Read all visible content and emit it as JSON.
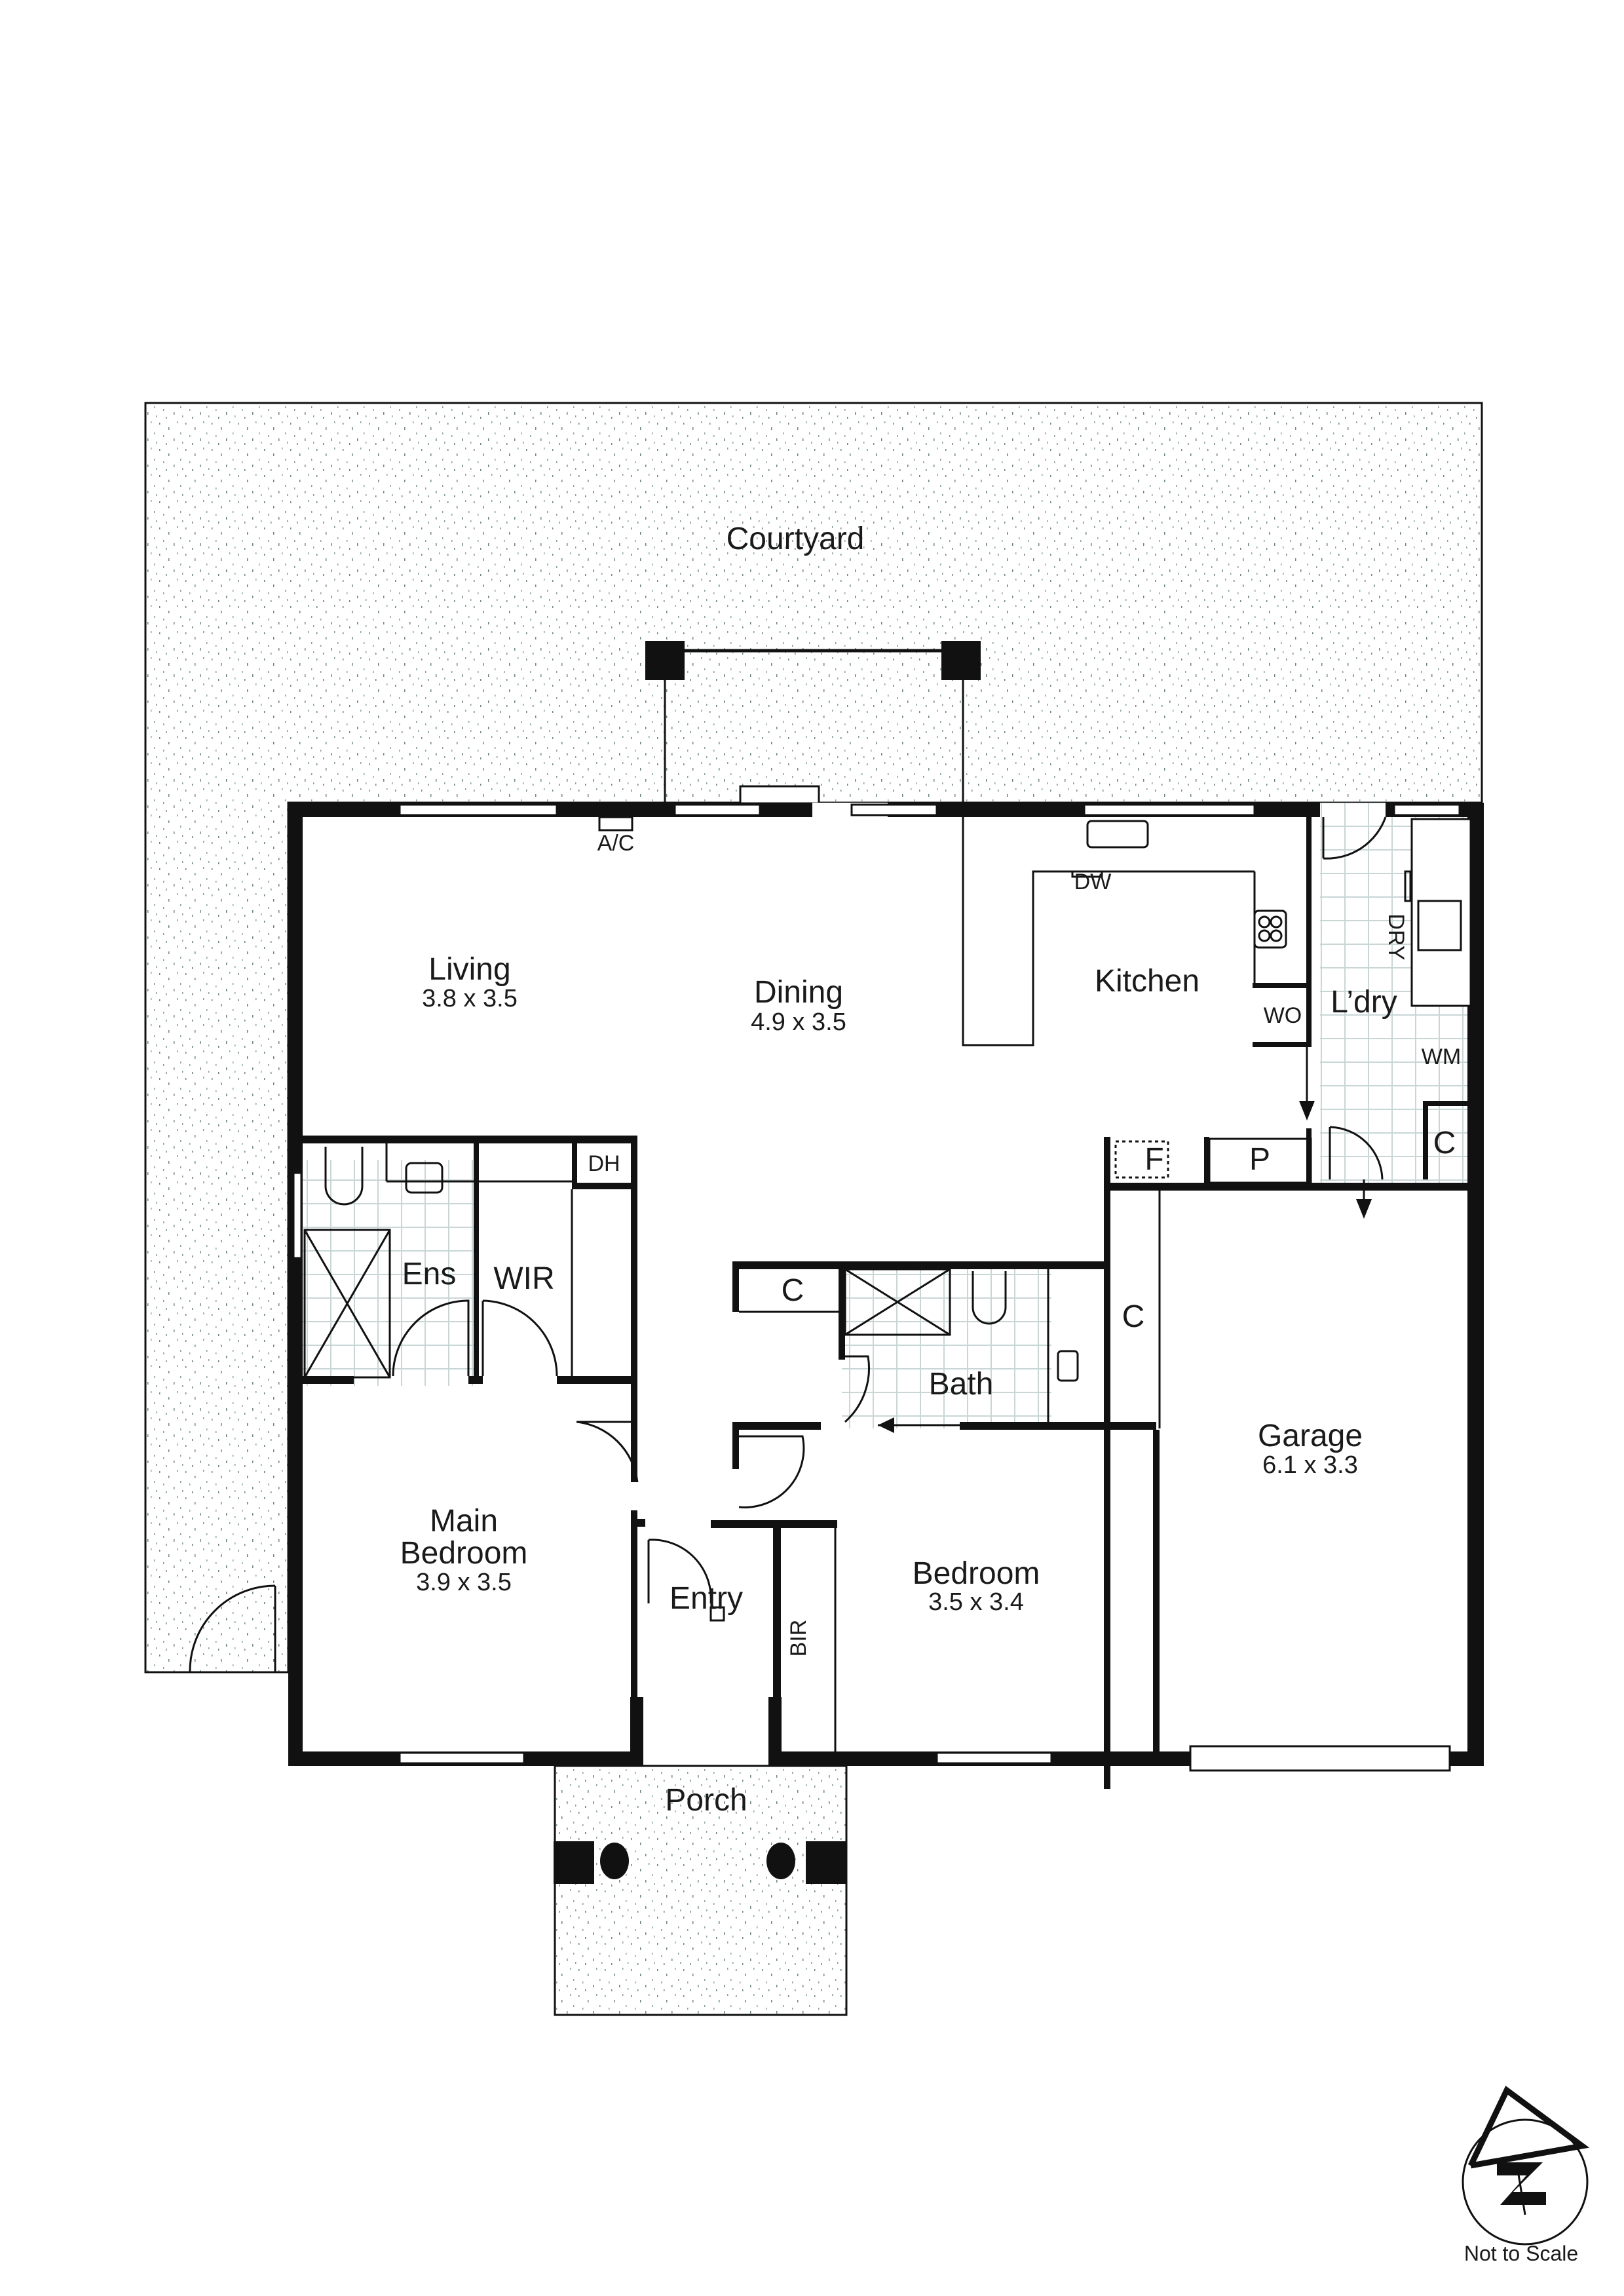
{
  "plan": {
    "outdoor": {
      "courtyard": "Courtyard",
      "porch": "Porch"
    },
    "rooms": {
      "living": {
        "name": "Living",
        "dims": "3.8 x 3.5"
      },
      "dining": {
        "name": "Dining",
        "dims": "4.9 x 3.5"
      },
      "kitchen": {
        "name": "Kitchen"
      },
      "laundry": {
        "name": "L’dry"
      },
      "ensuite": {
        "name": "Ens"
      },
      "wir": {
        "name": "WIR"
      },
      "bath": {
        "name": "Bath"
      },
      "main_bedroom": {
        "name_line1": "Main",
        "name_line2": "Bedroom",
        "dims": "3.9 x 3.5"
      },
      "bedroom": {
        "name": "Bedroom",
        "dims": "3.5 x 3.4"
      },
      "entry": {
        "name": "Entry"
      },
      "garage": {
        "name": "Garage",
        "dims": "6.1 x 3.3"
      }
    },
    "fixtures": {
      "ac": "A/C",
      "dw": "DW",
      "wo": "WO",
      "dry": "DRY",
      "wm": "WM",
      "fridge": "F",
      "pantry": "P",
      "cupboard_laundry": "C",
      "cupboard_garage": "C",
      "cupboard_hall": "C",
      "dh": "DH",
      "bir": "BIR"
    },
    "compass": {
      "label": "N"
    },
    "scale_note": "Not to Scale"
  },
  "colors": {
    "wall": "#111111",
    "hatch": "#dfe6e6",
    "tile": "#c9d6d6",
    "speckle": "#5f7777"
  }
}
